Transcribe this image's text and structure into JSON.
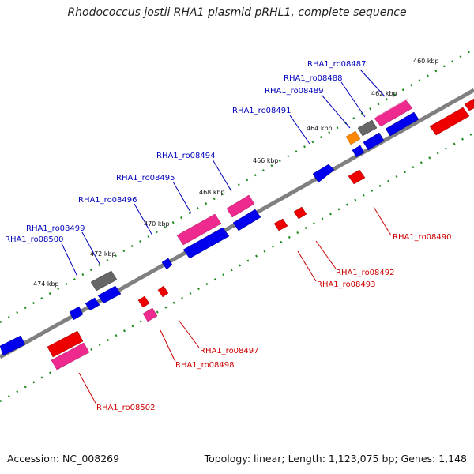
{
  "title": "Rhodococcus jostii RHA1 plasmid pRHL1, complete sequence",
  "footer": {
    "accession": "Accession: NC_008269",
    "stats": "Topology: linear; Length: 1,123,075 bp; Genes: 1,148"
  },
  "colors": {
    "forward_label": "#0000bb",
    "reverse_label": "#cc0000",
    "backbone": "#808080",
    "tick": "#1c8a1c",
    "blue": "#0000ee",
    "pink": "#ee2a8e",
    "red": "#ee0000",
    "gray": "#666666",
    "orange": "#ff8800"
  },
  "kbp_labels": [
    "460 kbp",
    "462 kbp",
    "464 kbp",
    "466 kbp",
    "468 kbp",
    "470 kbp",
    "472 kbp",
    "474 kbp"
  ],
  "forward_genes": [
    "RHA1_ro08487",
    "RHA1_ro08488",
    "RHA1_ro08489",
    "RHA1_ro08491",
    "RHA1_ro08494",
    "RHA1_ro08495",
    "RHA1_ro08496",
    "RHA1_ro08499",
    "RHA1_ro08500"
  ],
  "reverse_genes": [
    "RHA1_ro08490",
    "RHA1_ro08492",
    "RHA1_ro08493",
    "RHA1_ro08497",
    "RHA1_ro08498",
    "RHA1_ro08502"
  ]
}
